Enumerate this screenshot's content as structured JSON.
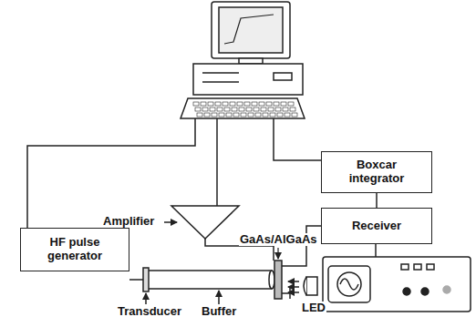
{
  "diagram": {
    "nodes": [
      {
        "text": [
          "HF pulse generator"
        ]
      },
      {
        "text": [
          "Boxcar integrator"
        ]
      },
      {
        "text": [
          "Receiver"
        ]
      }
    ],
    "edges": [
      {
        "from": 1,
        "to": 2,
        "arrow": "none"
      }
    ],
    "labels": [
      "Amplifier",
      "GaAs/AlGaAs",
      "LED",
      "Transducer",
      "Buffer"
    ]
  }
}
